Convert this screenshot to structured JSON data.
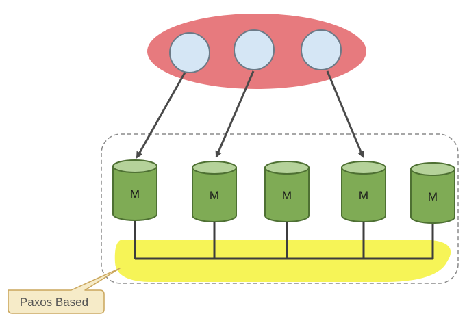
{
  "clients": [
    {
      "id": "client-1",
      "target": "master-1"
    },
    {
      "id": "client-2",
      "target": "master-2"
    },
    {
      "id": "client-3",
      "target": "master-4"
    }
  ],
  "masters": [
    {
      "id": "master-1",
      "label": "M"
    },
    {
      "id": "master-2",
      "label": "M"
    },
    {
      "id": "master-3",
      "label": "M"
    },
    {
      "id": "master-4",
      "label": "M"
    },
    {
      "id": "master-5",
      "label": "M"
    }
  ],
  "callout": {
    "label": "Paxos Based"
  },
  "colors": {
    "client_group_fill": "#e77a7e",
    "client_node_fill": "#d5e6f5",
    "client_node_stroke": "#6c7a87",
    "master_fill": "#7fab55",
    "master_top_fill": "#b5d29a",
    "master_stroke": "#4e7033",
    "consensus_fill": "#f5f23a",
    "connector_stroke": "#4a4a4a",
    "cluster_border": "#8a8a8a",
    "callout_fill": "#f6ebc8",
    "callout_stroke": "#caa65c"
  }
}
